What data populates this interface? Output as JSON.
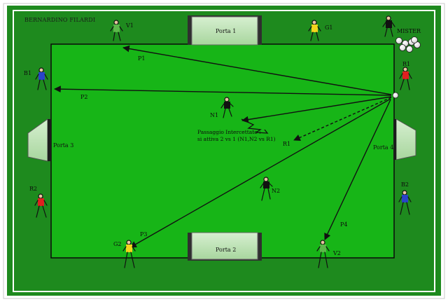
{
  "author": "BERNARDINO FILARDI",
  "goals": {
    "top": "Porta 1",
    "bottom": "Porta 2",
    "left": "Porta 3",
    "right": "Porta 4"
  },
  "players": {
    "v1": "V1",
    "g1": "G1",
    "mister": "MISTER",
    "b1": "B1",
    "r1": "R1",
    "n1": "N1",
    "n2": "N2",
    "r2": "R2",
    "b2": "B2",
    "g2": "G2",
    "v2": "V2"
  },
  "passes": {
    "p1": "P1",
    "p2": "P2",
    "p3": "P3",
    "p4": "P4",
    "r1_target": "R1"
  },
  "note": {
    "line1": "Passaggio Intercettato :",
    "line2": "si attiva 2 vs 1 (N1,N2 vs R1)"
  },
  "colors": {
    "grass_outer": "#1e8a1e",
    "field": "#17b517",
    "line": "#ffffff",
    "goal_fill": "#b9e0b2",
    "red": "#e02020",
    "blue": "#2a44c8",
    "yellow": "#f2d51c",
    "green_shirt": "#5cb84a",
    "black": "#111111"
  }
}
